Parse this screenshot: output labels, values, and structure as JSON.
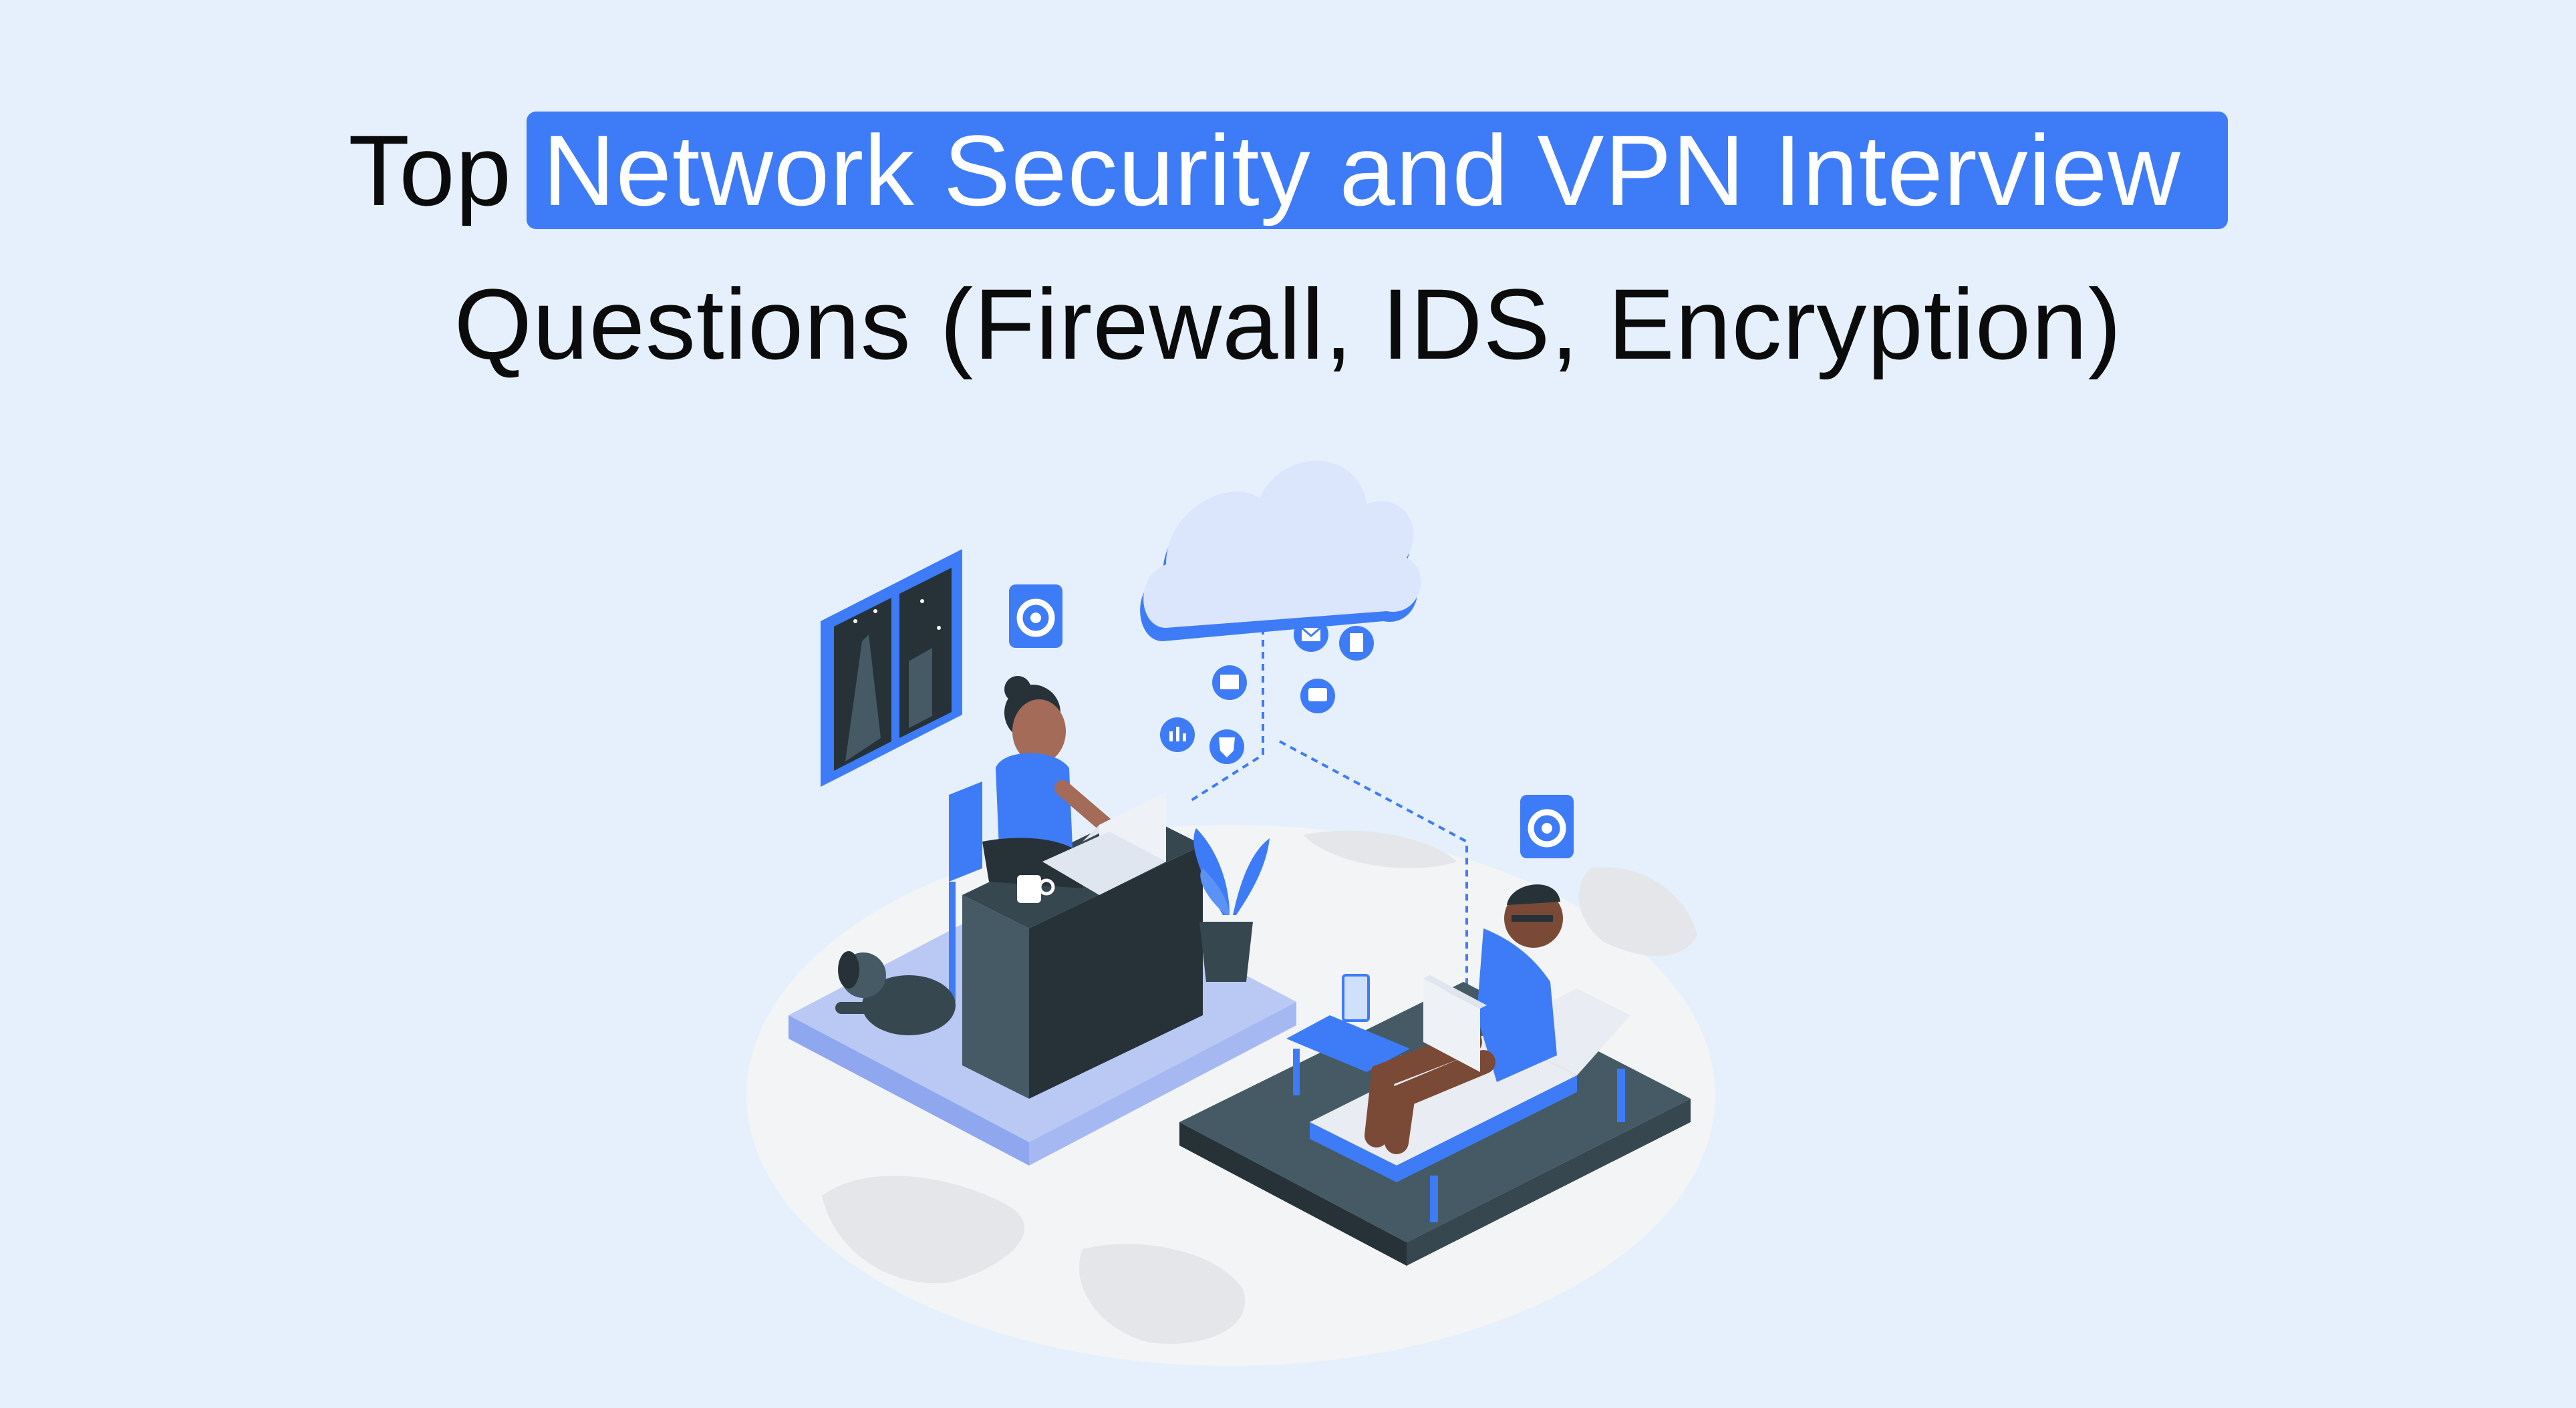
{
  "title": {
    "prefix": "Top",
    "highlight": "Network Security and VPN Interview",
    "line2": "Questions (Firewall, IDS, Encryption)"
  },
  "colors": {
    "background": "#e5f0fc",
    "highlight_bg": "#3e7bf6",
    "highlight_text": "#ffffff",
    "title_text": "#0b0b0b",
    "globe": "#f4f4f4",
    "dark_platform": "#37474f",
    "accent_blue": "#3e7bf6"
  },
  "illustration": {
    "icons": [
      "gear-icon",
      "cloud-icon",
      "mail-icon",
      "document-icon",
      "image-icon",
      "chat-icon",
      "chart-icon",
      "shield-icon",
      "laptop-icon",
      "coffee-mug-icon",
      "plant-icon",
      "dog-icon",
      "window-icon",
      "sun-lounger-icon",
      "water-glass-icon"
    ]
  }
}
